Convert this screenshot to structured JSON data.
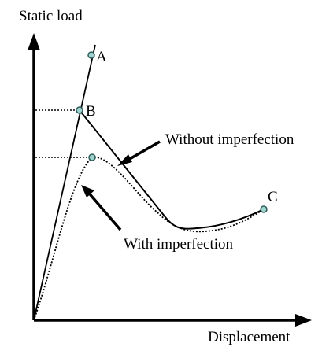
{
  "diagram": {
    "y_axis_label": "Static load",
    "x_axis_label": "Displacement",
    "points": {
      "A": "A",
      "B": "B",
      "C": "C"
    },
    "annotations": {
      "without": "Without imperfection",
      "with": "With imperfection"
    }
  }
}
